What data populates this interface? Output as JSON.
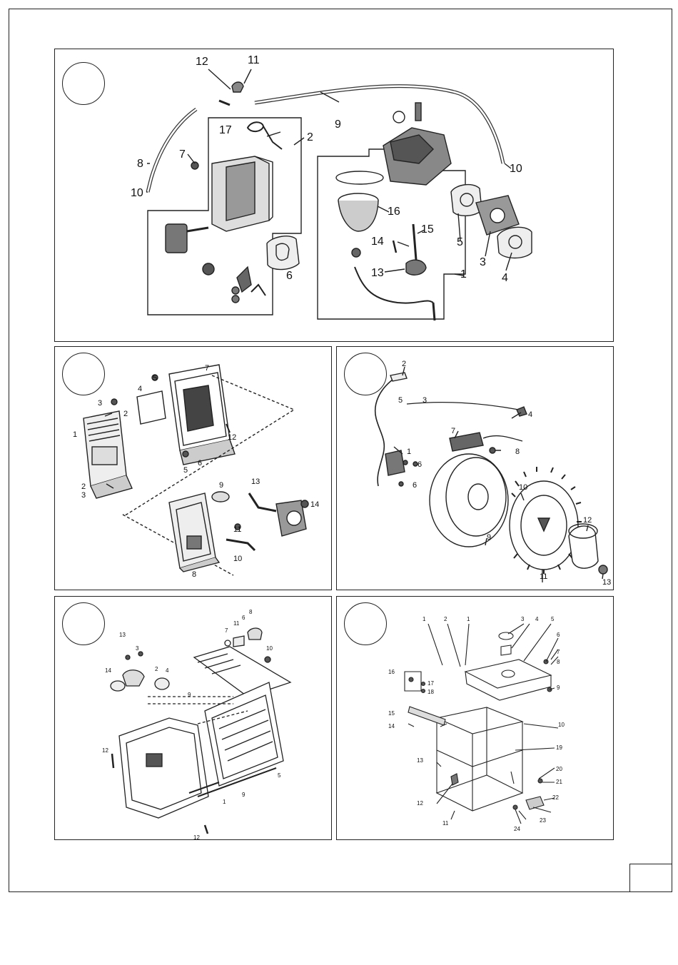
{
  "panels": {
    "carburetor": {
      "labels": [
        "1",
        "2",
        "3",
        "4",
        "5",
        "6",
        "7",
        "8",
        "9",
        "10",
        "10",
        "11",
        "12",
        "13",
        "14",
        "15",
        "16",
        "17"
      ]
    },
    "air_filter": {
      "labels": [
        "1",
        "2",
        "2",
        "3",
        "3",
        "4",
        "5",
        "5",
        "6",
        "7",
        "8",
        "9",
        "10",
        "11",
        "12",
        "13",
        "14"
      ]
    },
    "ignition": {
      "labels": [
        "1",
        "2",
        "3",
        "4",
        "5",
        "6",
        "6",
        "7",
        "8",
        "9",
        "10",
        "11",
        "12",
        "13"
      ]
    },
    "muffler": {
      "labels": [
        "1",
        "2",
        "3",
        "4",
        "5",
        "6",
        "7",
        "8",
        "9",
        "9",
        "10",
        "11",
        "12",
        "12",
        "13",
        "14"
      ]
    },
    "frame_tank": {
      "labels": [
        "1",
        "1",
        "2",
        "3",
        "4",
        "5",
        "6",
        "7",
        "8",
        "9",
        "10",
        "11",
        "12",
        "13",
        "14",
        "15",
        "16",
        "17",
        "18",
        "19",
        "20",
        "21",
        "22",
        "23",
        "24"
      ]
    }
  },
  "page_number": ""
}
